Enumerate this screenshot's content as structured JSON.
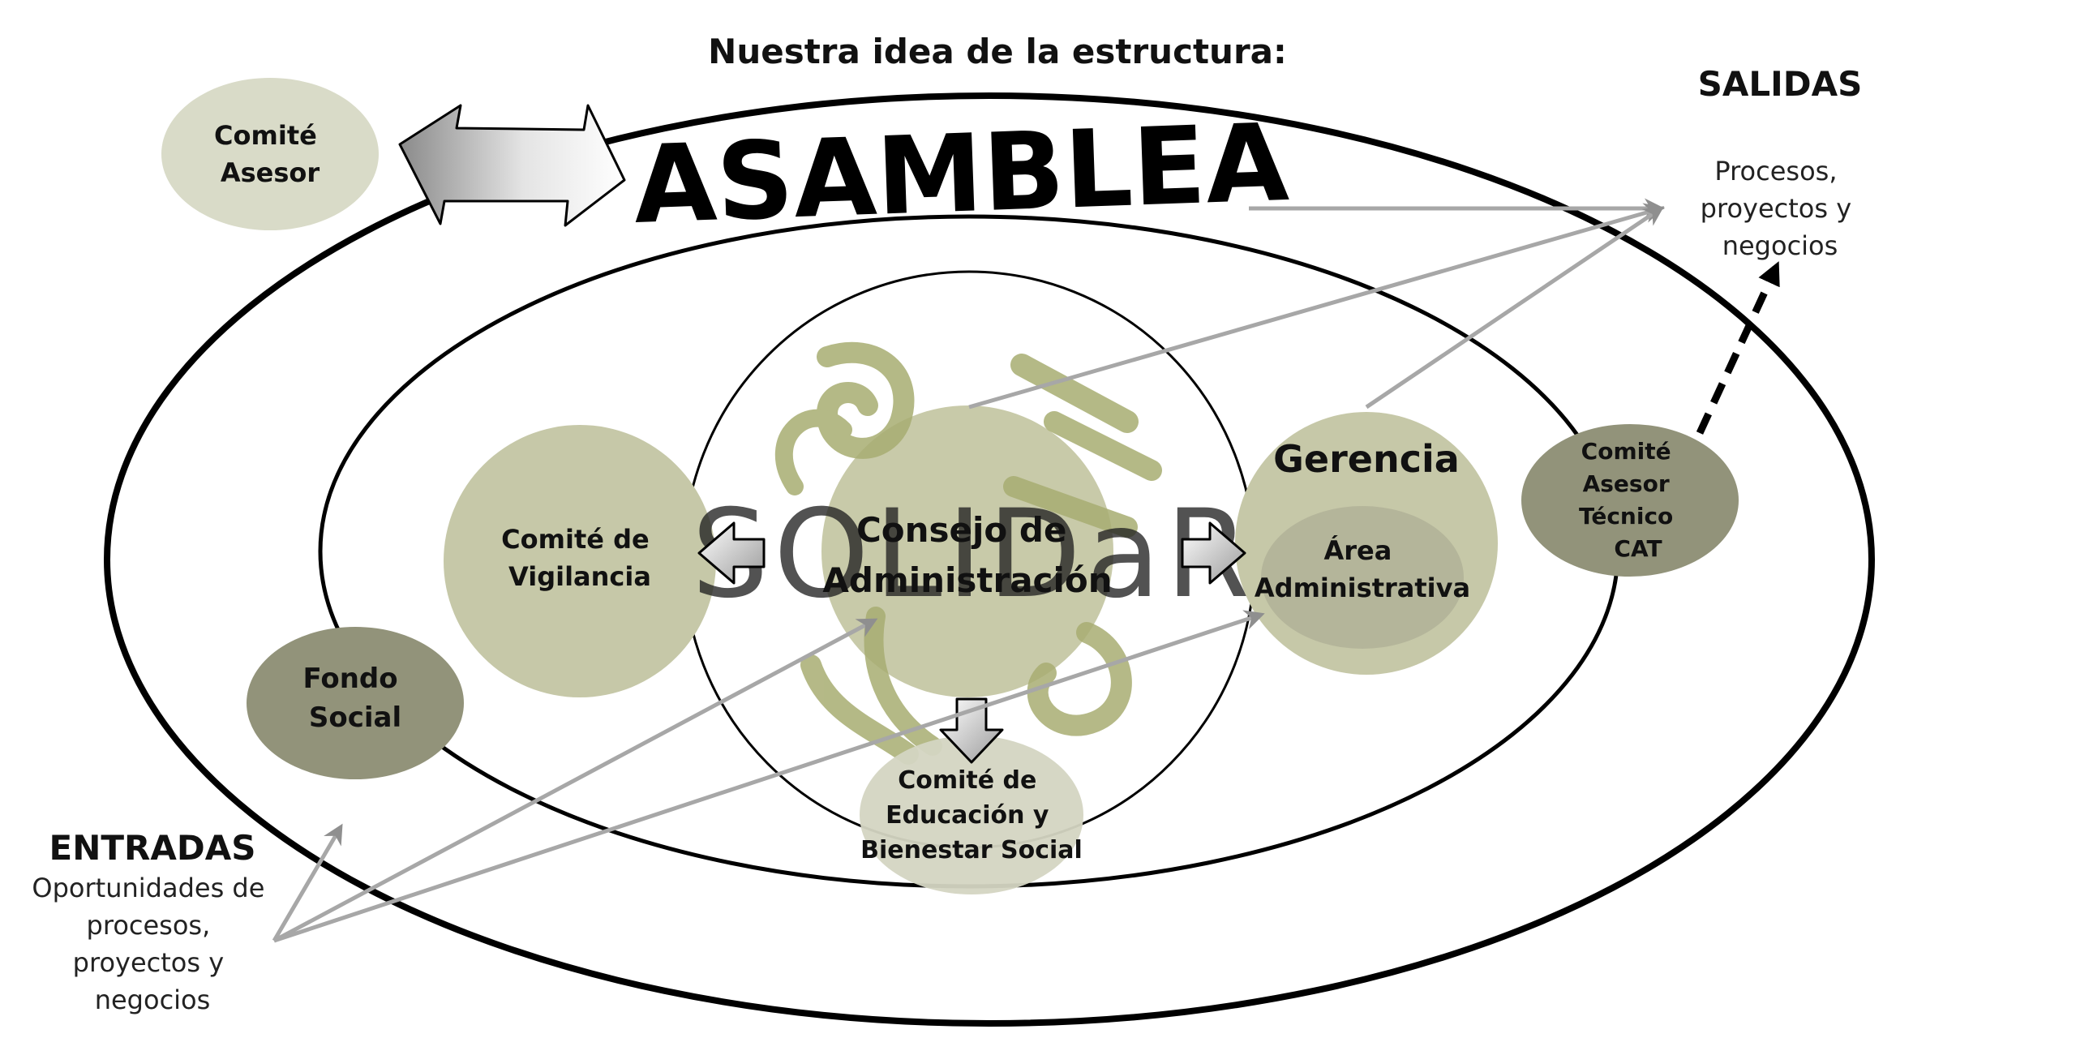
{
  "title": "Nuestra idea de la estructura:",
  "outer_label": "ASAMBLEA",
  "logo_text": "SOLIDaR",
  "outputs": {
    "heading": "SALIDAS",
    "lines": [
      "Procesos,",
      "proyectos y",
      "negocios"
    ]
  },
  "inputs": {
    "heading": "ENTRADAS",
    "lines": [
      "Oportunidades de",
      "procesos,",
      "proyectos y",
      "negocios"
    ]
  },
  "nodes": {
    "comite_asesor": [
      "Comité",
      "Asesor"
    ],
    "comite_vigilancia": [
      "Comité de",
      "Vigilancia"
    ],
    "consejo": [
      "Consejo de",
      "Administración"
    ],
    "gerencia": [
      "Gerencia"
    ],
    "area_administrativa": [
      "Área",
      "Administrativa"
    ],
    "comite_cat": [
      "Comité",
      "Asesor",
      "Técnico",
      "CAT"
    ],
    "fondo_social": [
      "Fondo",
      "Social"
    ],
    "comite_educacion": [
      "Comité de",
      "Educación y",
      "Bienestar Social"
    ]
  },
  "colors": {
    "light_sage": "#d9dbc8",
    "sage": "#c6c8a8",
    "mid_sage": "#b4b59a",
    "dark_olive": "#92937a",
    "logo_olive": "#a8ad72",
    "gray_arrow": "#a7a7a7",
    "outline": "#000000"
  }
}
